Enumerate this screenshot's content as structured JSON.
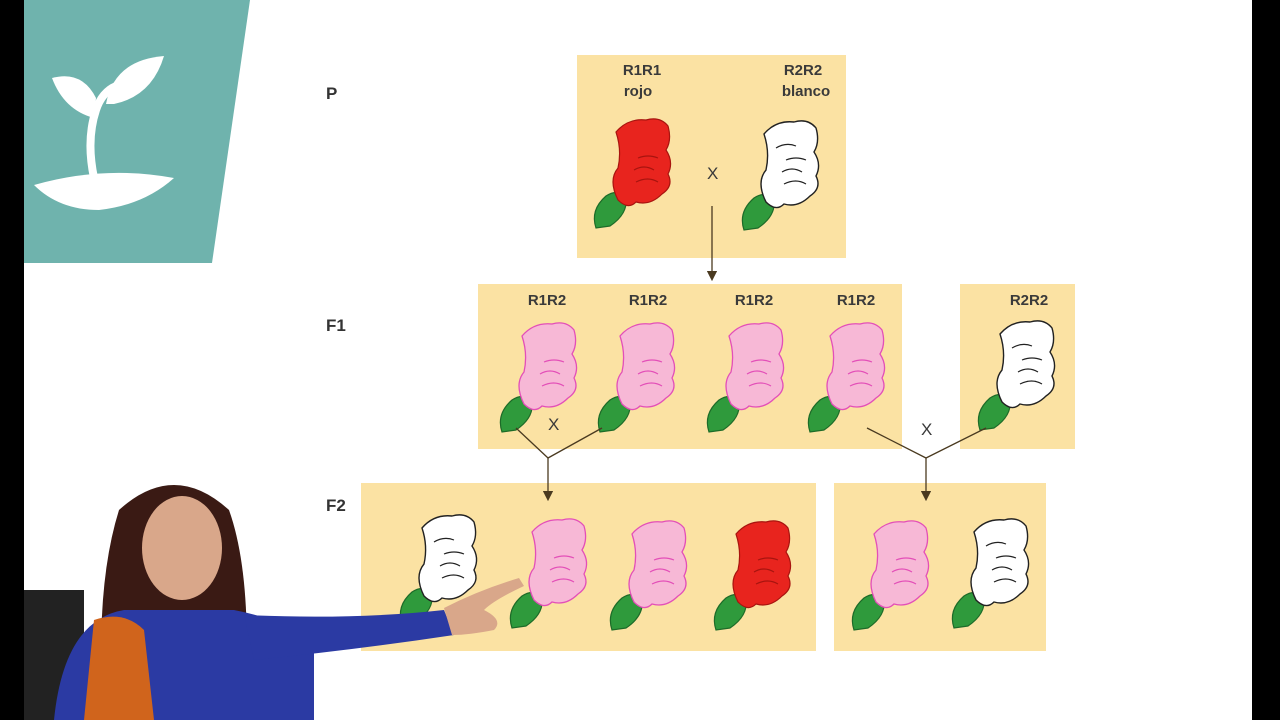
{
  "generations": {
    "p_label": "P",
    "f1_label": "F1",
    "f2_label": "F2"
  },
  "parents": {
    "red_genotype": "R1R1",
    "red_phenotype": "rojo",
    "white_genotype": "R2R2",
    "white_phenotype": "blanco",
    "cross_symbol": "X"
  },
  "f1": {
    "genotypes": [
      "R1R2",
      "R1R2",
      "R1R2",
      "R1R2"
    ],
    "cross_symbol": "X"
  },
  "test_parent": {
    "genotype": "R2R2",
    "cross_symbol": "X"
  },
  "f2": {
    "self_cross_colors": [
      "white",
      "pink",
      "pink",
      "red"
    ],
    "back_cross_colors": [
      "pink",
      "white"
    ]
  },
  "colors": {
    "logo_teal": "#6fb3ad",
    "panel_yellow": "#fbe2a3",
    "red_petal": "#e8241e",
    "pink_petal": "#f7b8d6",
    "pink_outline": "#e34fb8",
    "white_petal": "#ffffff",
    "leaf_green": "#2f9a3c"
  }
}
